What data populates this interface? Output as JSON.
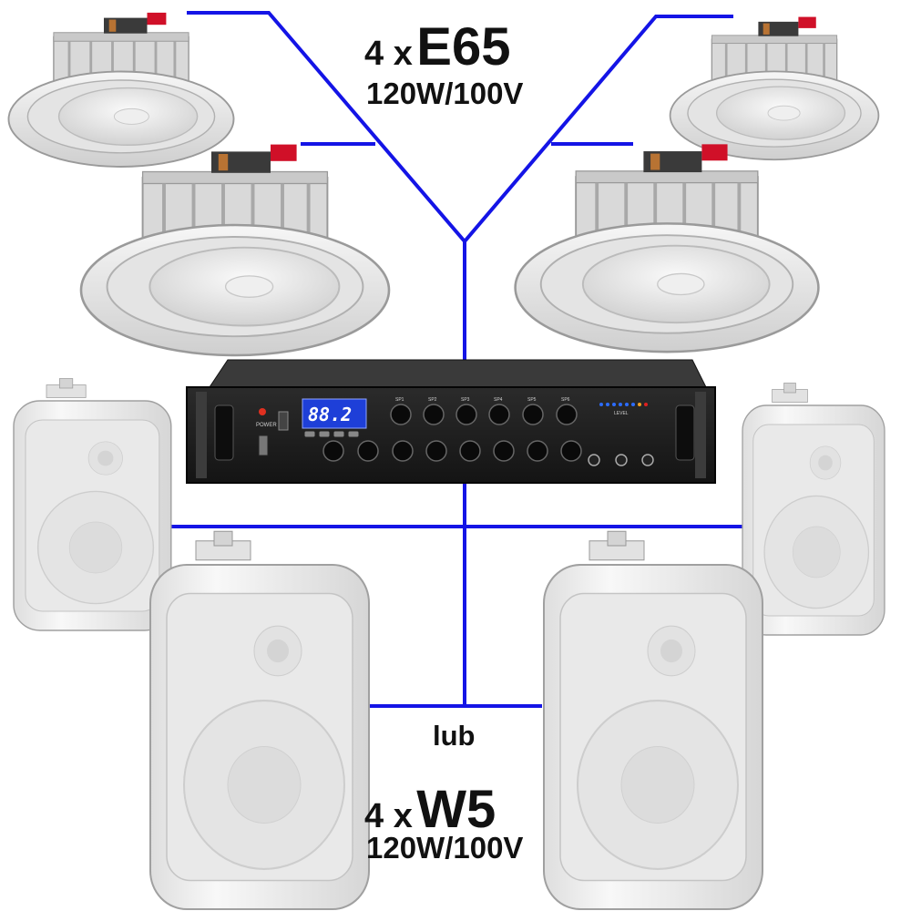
{
  "top_group": {
    "quantity": "4 x",
    "model": "E65",
    "spec": "120W/100V"
  },
  "alternative": "lub",
  "bottom_group": {
    "quantity": "4 x",
    "model": "W5",
    "spec": "120W/100V"
  },
  "amplifier": {
    "display": "88.2",
    "power_label": "POWER",
    "level_label": "LEVEL",
    "zone_labels": [
      "SP1",
      "SP2",
      "SP3",
      "SP4",
      "SP5",
      "SP6"
    ]
  },
  "colors": {
    "wire": "#1414e6",
    "speaker_body": "#ededed",
    "amplifier_body": "#1c1c1c",
    "display": "#1e3fd8"
  }
}
